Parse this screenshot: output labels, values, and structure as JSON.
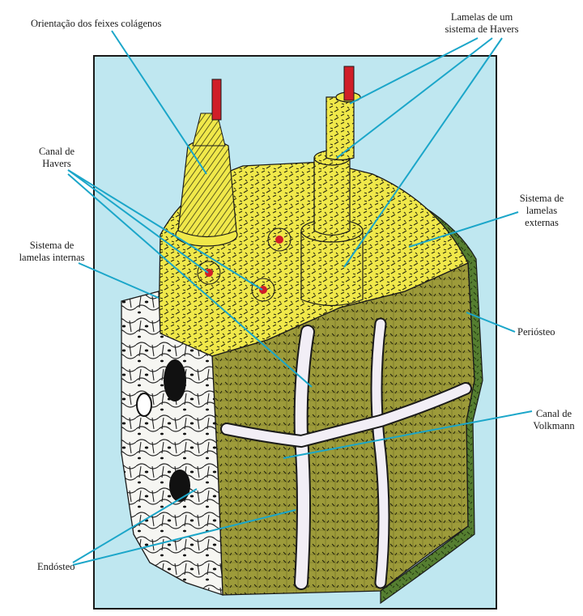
{
  "colors": {
    "background_panel": "#bfe7f0",
    "leader_lines": "#1ba6c9",
    "lamellae_yellow": "#f0e84a",
    "cut_face_olive": "#9a9a38",
    "periosteum_green": "#4f7a2e",
    "vessel_red": "#d01e28",
    "canal_white": "#f2eef6"
  },
  "labels": {
    "collagen_orientation": "Orientação dos feixes colágenos",
    "haversian_lamellae": "Lamelas de um\nsistema de Havers",
    "haversian_canal": "Canal de\nHavers",
    "external_lamellae": "Sistema de\nlamelas\nexternas",
    "internal_lamellae": "Sistema de\nlamelas internas",
    "periosteum": "Periósteo",
    "volkmann_canal": "Canal de\nVolkmann",
    "endosteum": "Endósteo"
  }
}
